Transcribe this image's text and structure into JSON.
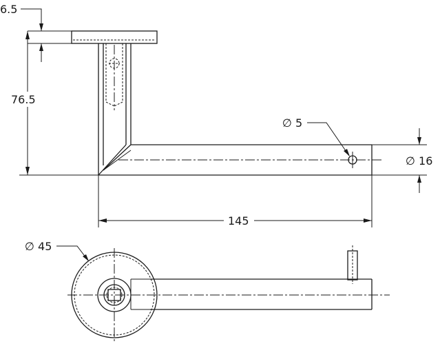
{
  "drawing": {
    "dimensions": {
      "flange_thickness": "6.5",
      "post_height": "76.5",
      "hole_diameter": "∅ 5",
      "arm_diameter": "∅ 16",
      "arm_length": "145",
      "flange_diameter": "∅ 45"
    }
  }
}
